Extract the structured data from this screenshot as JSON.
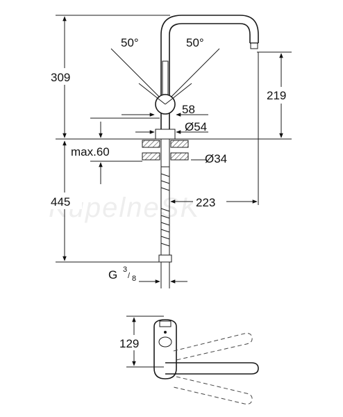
{
  "dimensions": {
    "total_height": "309",
    "spout_height": "219",
    "angle_left": "50°",
    "angle_right": "50°",
    "handle_offset": "58",
    "base_diameter": "Ø54",
    "max_deck": "max.60",
    "hole_diameter": "Ø34",
    "hose_length": "445",
    "spout_reach": "223",
    "connection_label": "G",
    "connection_num": "3",
    "connection_den": "8",
    "plan_depth": "129"
  },
  "watermark": "KupelneSK",
  "colors": {
    "ink": "#1a1a1a",
    "hatch": "#555555",
    "background": "#ffffff"
  }
}
